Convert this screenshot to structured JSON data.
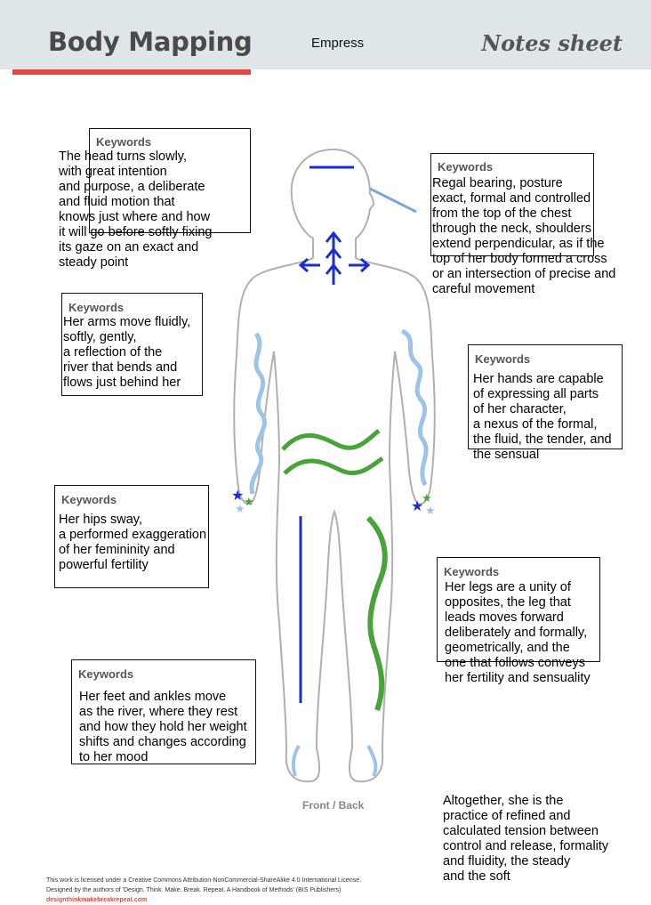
{
  "header": {
    "title": "Body Mapping",
    "subtitle": "Empress",
    "notes": "Notes sheet"
  },
  "keyword_label": "Keywords",
  "notes_blocks": {
    "head": "The head turns slowly,\nwith great intention\nand purpose, a deliberate\nand fluid motion that\nknows just where and how\nit will go before softly fixing\nits gaze on an exact and\nsteady point",
    "neck": "Regal bearing, posture\nexact, formal and controlled\nfrom the top of the chest\nthrough the neck, shoulders\nextend perpendicular, as if the\ntop of her body formed a cross\nor an intersection of precise and\ncareful movement",
    "arms": "Her arms move fluidly,\nsoftly, gently,\na reflection of the\nriver that bends and\nflows just behind her",
    "hands": "Her hands are capable\nof expressing all parts\nof her character,\na nexus of the formal,\nthe fluid, the tender, and\nthe sensual",
    "hips": "Her hips sway,\na performed exaggeration\nof her femininity and\npowerful fertility",
    "legs": "Her legs are a unity of\nopposites, the leg that\nleads moves forward\ndeliberately and formally,\ngeometrically, and the\none that follows conveys\nher fertility and sensuality",
    "feet": "Her feet and ankles move\nas the river, where they rest\nand how they hold her weight\nshifts and changes according\nto her mood"
  },
  "figure_caption": "Front / Back",
  "summary": "Altogether, she is the\npractice of refined and\ncalculated tension between\ncontrol and release, formality\nand fluidity, the steady\nand the soft",
  "footer": {
    "line1": "This work is licensed under a Creative Commons Attribution-NonCommercial-ShareAlike 4.0 International License.",
    "line2": "Designed by the authors of 'Design. Think. Make. Break. Repeat. A Handbook of Methods' (BIS Publishers)",
    "link": "designthinkmakebreakrepeat.com"
  },
  "colors": {
    "header_bg": "#dfe6ea",
    "accent_red": "#e8473f",
    "mark_blue": "#1a2ecf",
    "mark_light_blue": "#9cc4e8",
    "mark_green": "#4aa23a"
  }
}
